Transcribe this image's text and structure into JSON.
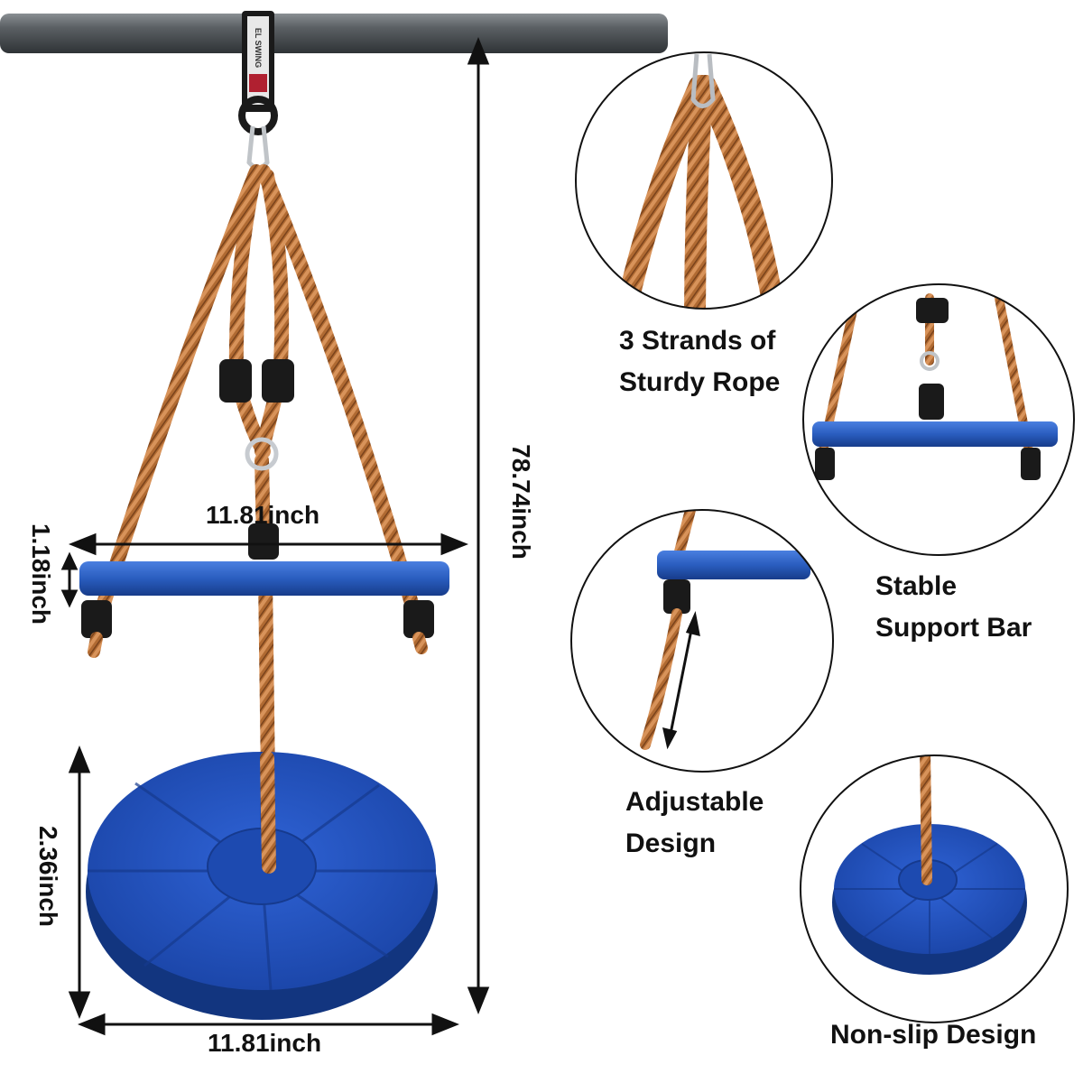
{
  "dimensions": {
    "seat_width": "11.81inch",
    "bar_width": "11.81inch",
    "bar_thickness": "1.18inch",
    "seat_thickness": "2.36inch",
    "total_length": "78.74inch"
  },
  "strap_text": "EL SWING",
  "features": {
    "rope": {
      "line1": "3 Strands of",
      "line2": "Sturdy Rope"
    },
    "bar": {
      "line1": "Stable",
      "line2": "Support Bar"
    },
    "adjustable": {
      "line1": "Adjustable",
      "line2": "Design"
    },
    "nonslip": {
      "line1": "Non-slip Design"
    }
  },
  "colors": {
    "seat_blue": "#1f4fc0",
    "bar_blue": "#2a5dbf",
    "rope_brown": "#b06a32",
    "pole_gray": "#555a5e",
    "knob_black": "#1a1a1a",
    "text": "#111111"
  }
}
